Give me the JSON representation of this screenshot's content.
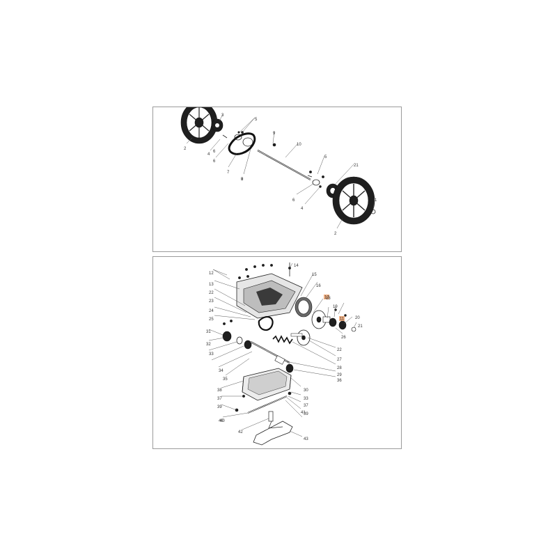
{
  "diagrams": {
    "top": {
      "labels": [
        "2",
        "3",
        "4",
        "5",
        "6",
        "7",
        "8",
        "9",
        "10",
        "5",
        "6",
        "4",
        "21",
        "1",
        "2",
        "3",
        "6",
        "9"
      ]
    },
    "bottom": {
      "labels": [
        "12",
        "14",
        "13",
        "15",
        "16",
        "22",
        "23",
        "24",
        "25",
        "18",
        "19",
        "20",
        "21",
        "26",
        "31",
        "32",
        "33",
        "34",
        "35",
        "36",
        "37",
        "38",
        "39",
        "40",
        "41",
        "42",
        "43",
        "27",
        "28",
        "22",
        "29",
        "30",
        "33",
        "37",
        "40",
        "39"
      ],
      "highlighted": [
        "17",
        "11"
      ],
      "highlight_color": "#f4b183"
    }
  }
}
